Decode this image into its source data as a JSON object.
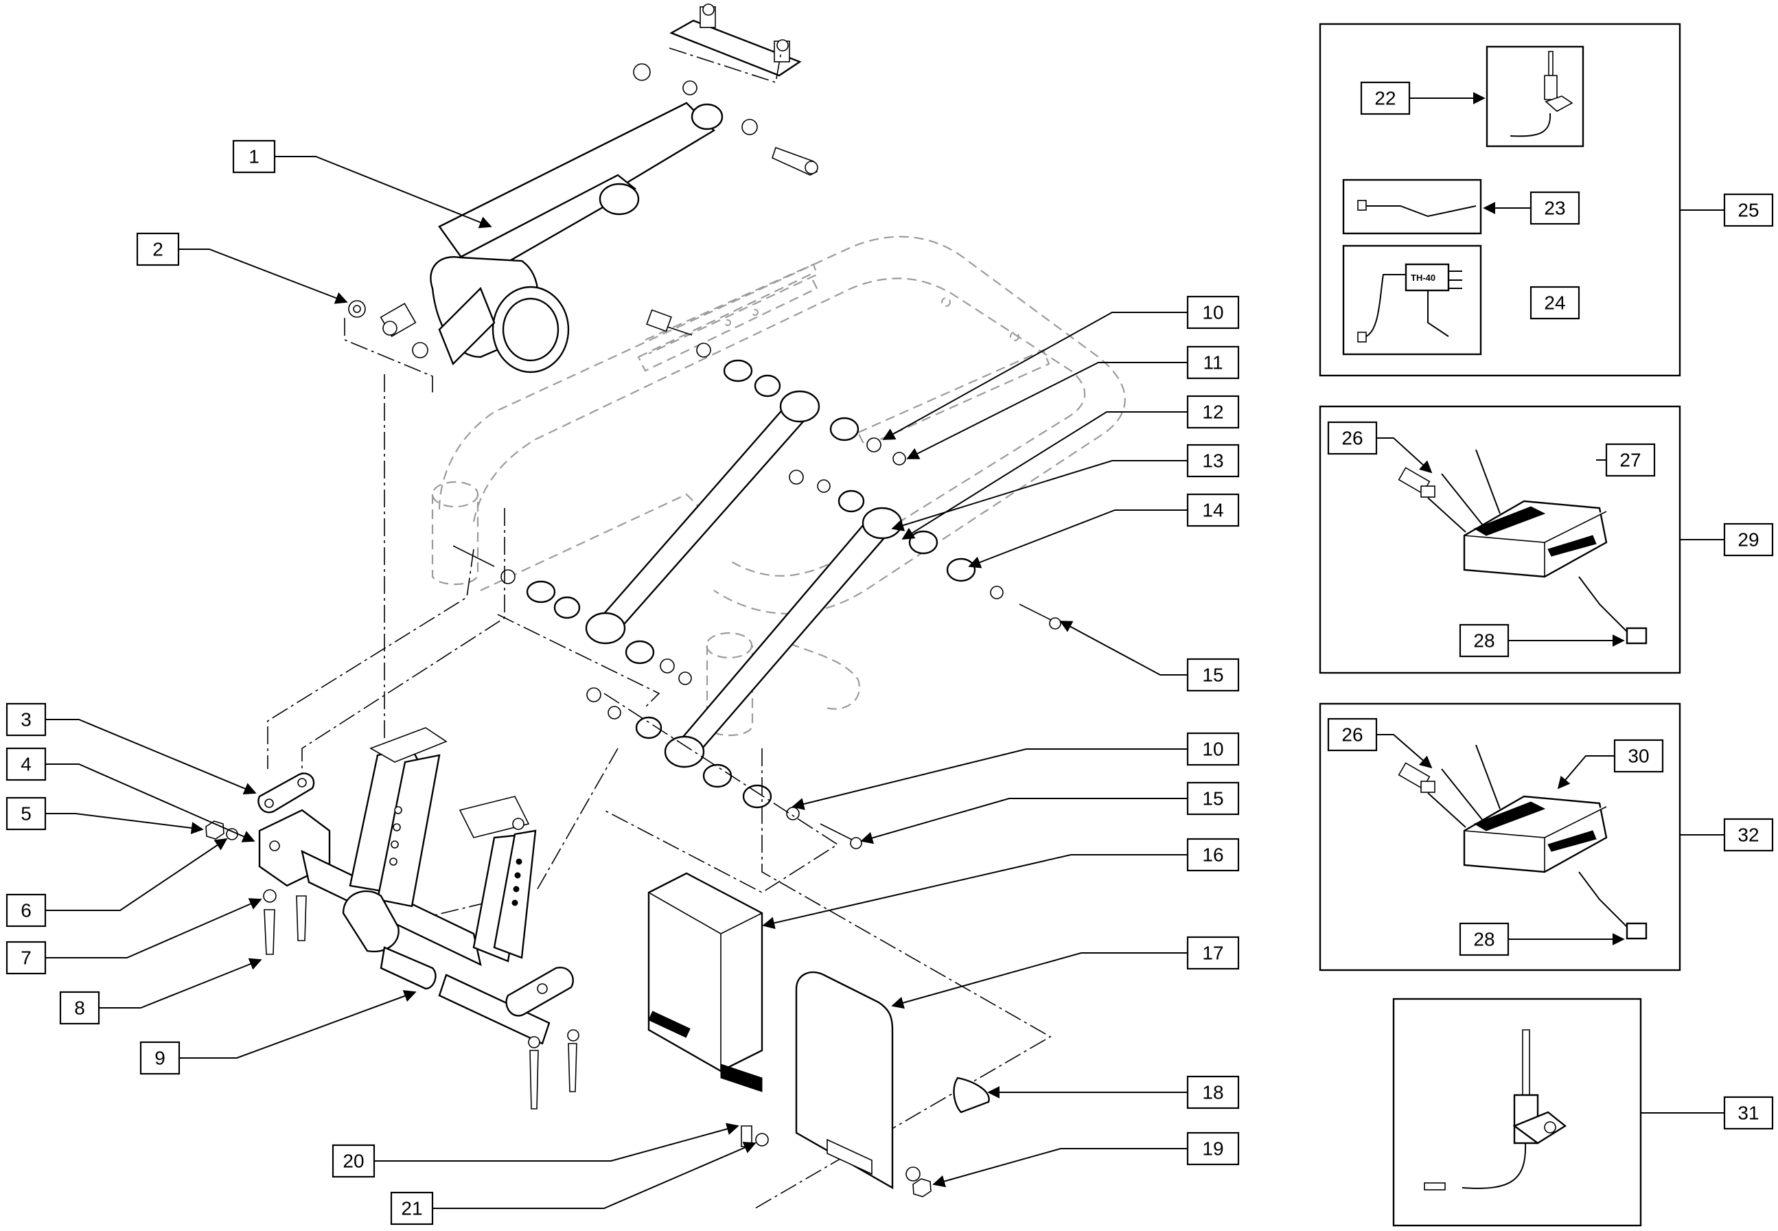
{
  "diagram": {
    "callouts": [
      "1",
      "2",
      "3",
      "4",
      "5",
      "6",
      "7",
      "8",
      "9",
      "10",
      "11",
      "12",
      "13",
      "14",
      "15",
      "10",
      "15",
      "16",
      "17",
      "18",
      "19",
      "20",
      "21",
      "22",
      "23",
      "24",
      "25",
      "26",
      "27",
      "28",
      "29",
      "26",
      "30",
      "28",
      "32",
      "31"
    ],
    "module_marking": "TH-40"
  }
}
